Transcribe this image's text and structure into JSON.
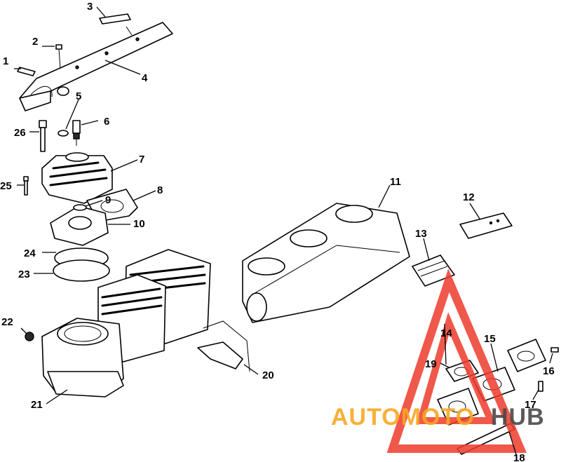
{
  "callouts": [
    "1",
    "2",
    "3",
    "4",
    "5",
    "6",
    "7",
    "8",
    "9",
    "10",
    "11",
    "12",
    "13",
    "14",
    "15",
    "16",
    "17",
    "18",
    "19",
    "20",
    "21",
    "22",
    "23",
    "24",
    "25",
    "26"
  ],
  "watermark": {
    "text_a": "AUTOMOTO",
    "text_b": "HUB",
    "color_red": "#ee3b2c",
    "color_orange": "#f7a823",
    "color_dark": "#4a4a4a"
  }
}
